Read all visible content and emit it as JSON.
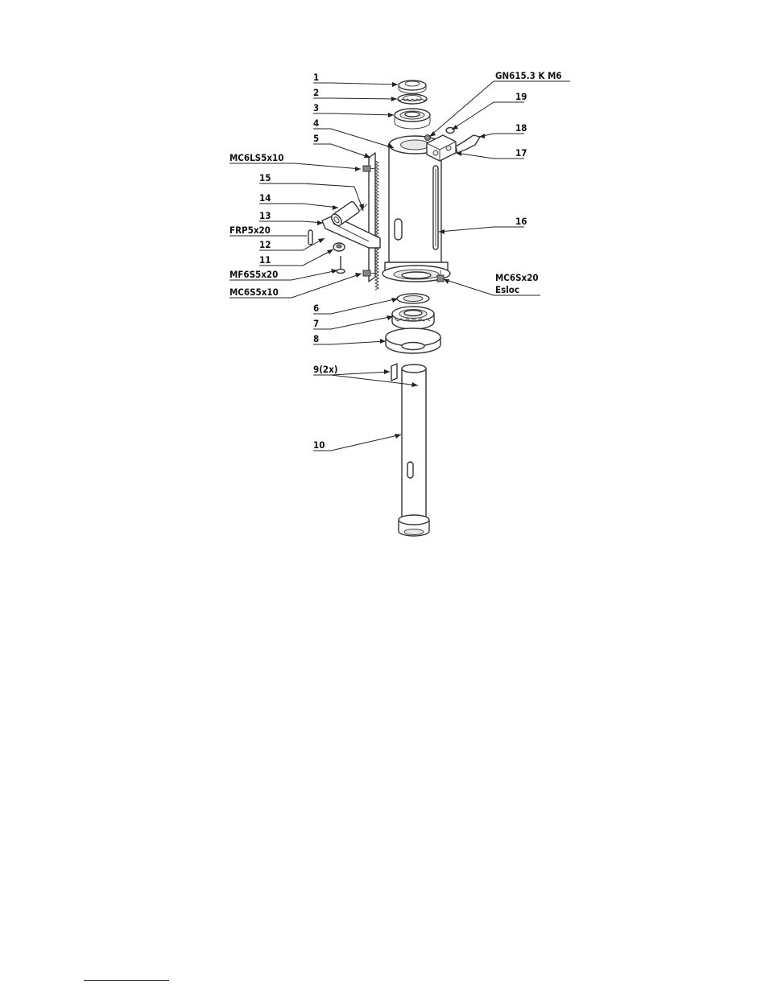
{
  "diagram": {
    "labels": {
      "p1": "1",
      "p2": "2",
      "p3": "3",
      "p4": "4",
      "p5": "5",
      "mc6ls": "MC6LS5x10",
      "p15": "15",
      "p14": "14",
      "p13": "13",
      "frp": "FRP5x20",
      "p12": "12",
      "p11": "11",
      "mf6s": "MF6S5x20",
      "mc6s10": "MC6S5x10",
      "p6": "6",
      "p7": "7",
      "p8": "8",
      "p9": "9(2x)",
      "p10": "10",
      "gn": "GN615.3  K  M6",
      "p19": "19",
      "p18": "18",
      "p17": "17",
      "p16": "16",
      "mc6s20": "MC6Sx20",
      "esloc": "Esloc"
    }
  }
}
